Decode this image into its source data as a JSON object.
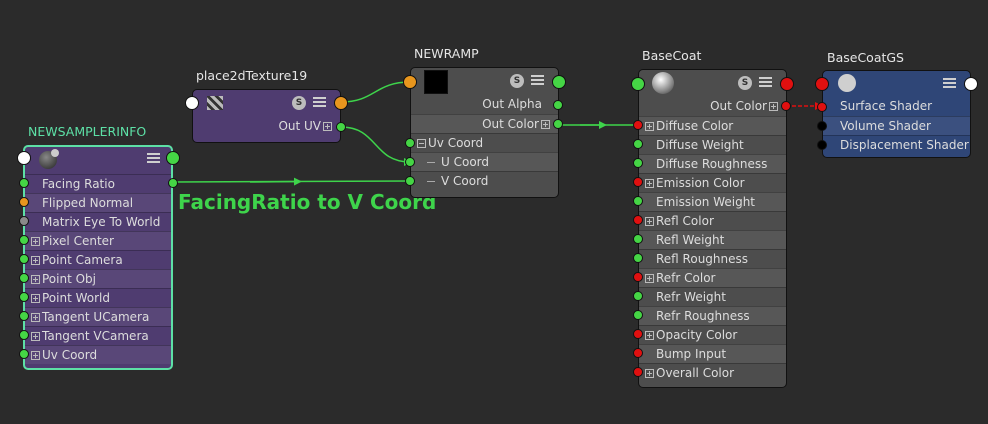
{
  "annotation": "FacingRatio to V Coord",
  "nodes": {
    "sampler": {
      "title": "NEWSAMPLERINFO",
      "rows": [
        "Facing Ratio",
        "Flipped Normal",
        "Matrix Eye To World",
        "Pixel Center",
        "Point Camera",
        "Point Obj",
        "Point World",
        "Tangent UCamera",
        "Tangent VCamera",
        "Uv Coord"
      ]
    },
    "place2d": {
      "title": "place2dTexture19",
      "out_uv": "Out UV"
    },
    "ramp": {
      "title": "NEWRAMP",
      "out_alpha": "Out Alpha",
      "out_color": "Out Color",
      "uv_coord": "Uv Coord",
      "u_coord": "U Coord",
      "v_coord": "V Coord"
    },
    "basecoat": {
      "title": "BaseCoat",
      "out_color": "Out Color",
      "rows": [
        "Diffuse Color",
        "Diffuse Weight",
        "Diffuse Roughness",
        "Emission Color",
        "Emission Weight",
        "Refl Color",
        "Refl Weight",
        "Refl Roughness",
        "Refr Color",
        "Refr Weight",
        "Refr Roughness",
        "Opacity Color",
        "Bump Input",
        "Overall Color"
      ]
    },
    "basecoatgs": {
      "title": "BaseCoatGS",
      "rows": [
        "Surface Shader",
        "Volume Shader",
        "Displacement Shader"
      ]
    }
  },
  "icons": {
    "swatch_menu": "S",
    "list": "list-icon"
  },
  "colors": {
    "wire": "#3ed44b",
    "wire_red": "#e01010",
    "plug_green": "#45d545",
    "plug_orange": "#e8961e",
    "plug_red": "#e01010",
    "plug_gray": "#8a8a8a",
    "plug_black": "#000000",
    "node_purple": "#4f3c70",
    "node_gray": "#4d4d4d",
    "node_blue": "#2f4677",
    "selected_outline": "#5de0a6"
  }
}
